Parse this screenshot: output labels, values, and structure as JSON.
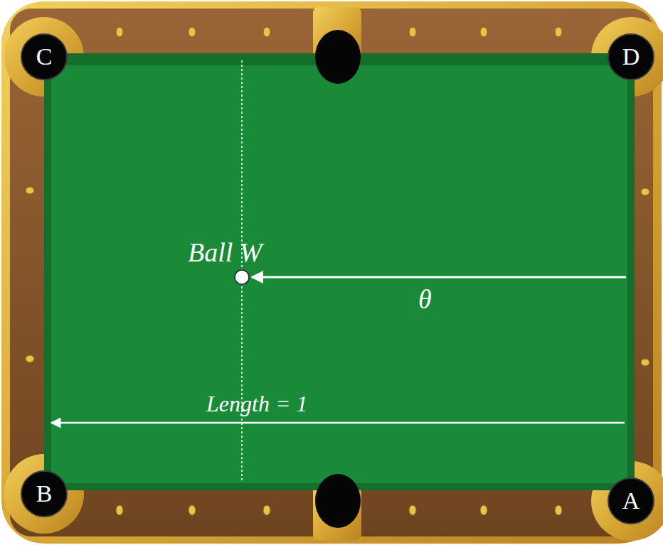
{
  "diagram": {
    "nodes": [
      {
        "text": [
          "C"
        ]
      },
      {
        "text": [
          "D"
        ]
      },
      {
        "text": [
          "B"
        ]
      },
      {
        "text": [
          "A"
        ]
      }
    ],
    "labels": [
      "Ball W",
      "θ",
      "Length = 1"
    ]
  }
}
